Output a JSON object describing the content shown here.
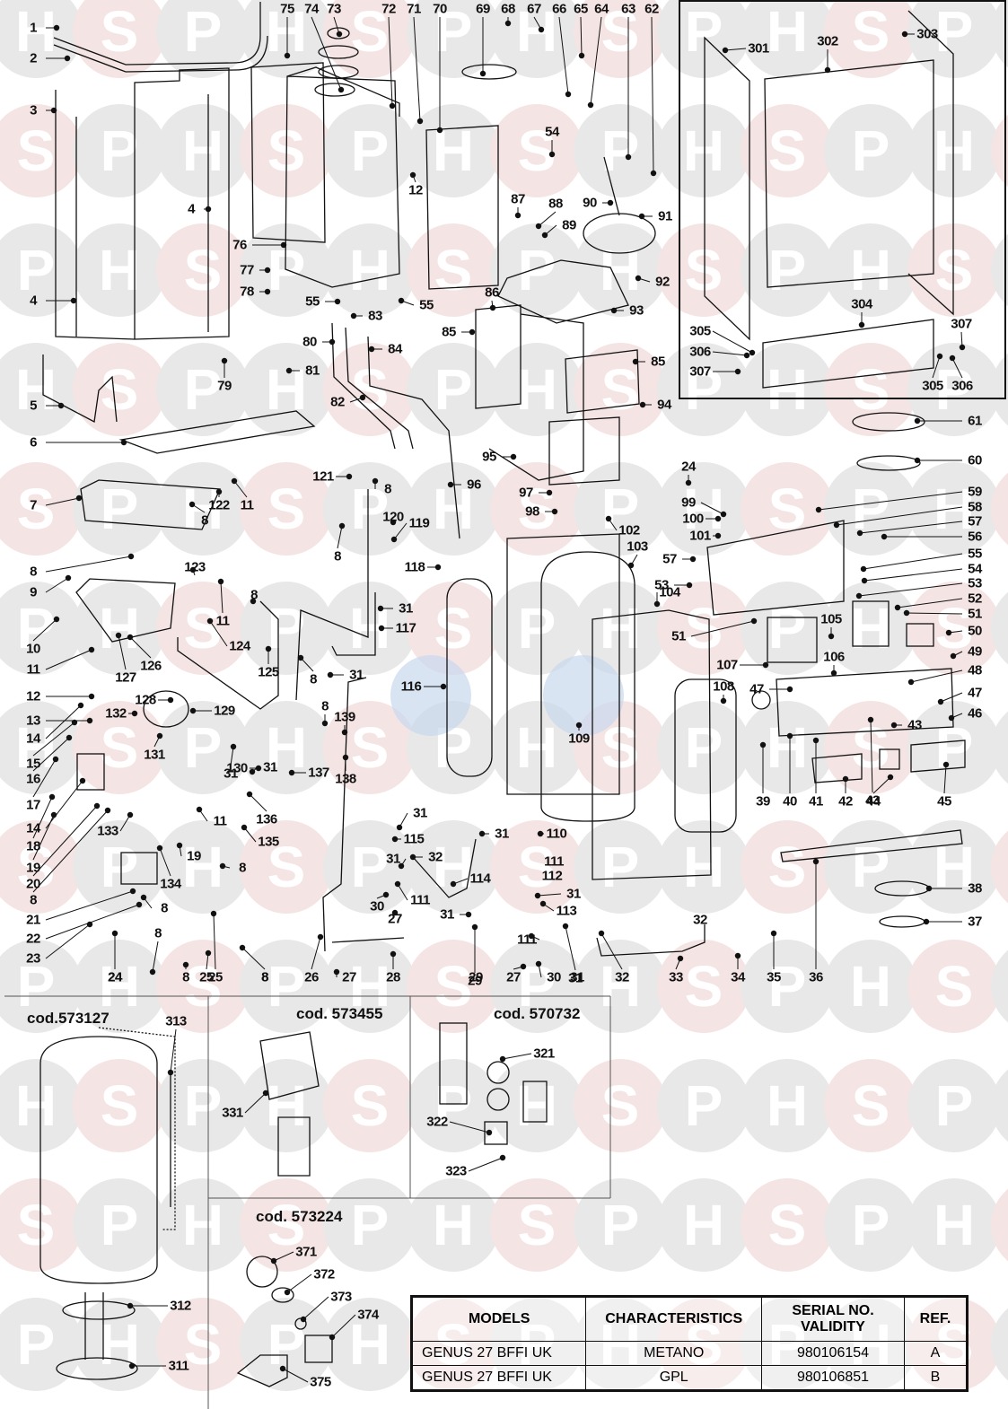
{
  "document": {
    "type": "exploded parts diagram",
    "watermark_letters": [
      "H",
      "S",
      "P"
    ],
    "colors": {
      "watermark_gray": "#e8e8e8",
      "watermark_pink": "#f5e4e4",
      "watermark_blue": "#c9d9ee",
      "line": "#111111"
    }
  },
  "callouts": {
    "top_row": [
      "75",
      "74",
      "73",
      "72",
      "71",
      "70",
      "69",
      "68",
      "67",
      "66",
      "65",
      "64",
      "63",
      "62"
    ],
    "frame_left": [
      "1",
      "2",
      "3",
      "4",
      "4",
      "5",
      "6"
    ],
    "casing_upper": [
      "76",
      "77",
      "78",
      "55",
      "55",
      "79",
      "80",
      "81",
      "82",
      "83",
      "84",
      "12"
    ],
    "burner_fan": [
      "54",
      "87",
      "88",
      "89",
      "90",
      "91",
      "92",
      "93",
      "86",
      "85",
      "85",
      "94",
      "95",
      "96",
      "97",
      "98"
    ],
    "panels_box": [
      "301",
      "302",
      "303",
      "304",
      "305",
      "306",
      "307",
      "307",
      "305",
      "306"
    ],
    "wiring_right": [
      "61",
      "60",
      "24",
      "59",
      "58",
      "57",
      "56",
      "99",
      "100",
      "101",
      "57",
      "55",
      "54",
      "53",
      "53",
      "52",
      "51",
      "51",
      "50",
      "105",
      "106",
      "107",
      "49",
      "48",
      "47",
      "47",
      "46",
      "43",
      "43",
      "108",
      "39",
      "40",
      "41",
      "42",
      "44",
      "45",
      "38",
      "37"
    ],
    "hydraulic_left": [
      "7",
      "122",
      "11",
      "8",
      "8",
      "123",
      "9",
      "10",
      "11",
      "11",
      "8",
      "124",
      "126",
      "127",
      "125",
      "12",
      "128",
      "129",
      "13",
      "14",
      "15",
      "16",
      "130",
      "31",
      "132",
      "131",
      "31",
      "17",
      "136",
      "11",
      "14",
      "133",
      "135",
      "18",
      "19",
      "19",
      "8",
      "20",
      "134",
      "8",
      "21",
      "8",
      "22",
      "23",
      "24",
      "8",
      "25",
      "8"
    ],
    "hydraulic_middle": [
      "121",
      "8",
      "120",
      "8",
      "119",
      "118",
      "31",
      "117",
      "31",
      "8",
      "116",
      "8",
      "139",
      "137",
      "138",
      "102",
      "103",
      "104",
      "109",
      "31",
      "115",
      "31",
      "32",
      "31",
      "114",
      "111",
      "30",
      "27",
      "31",
      "29",
      "110",
      "111",
      "112",
      "31",
      "113",
      "111",
      "31",
      "32"
    ],
    "bottom_row": [
      "24",
      "8",
      "25",
      "8",
      "26",
      "27",
      "28",
      "29",
      "27",
      "30",
      "31",
      "32",
      "33",
      "34",
      "35",
      "36"
    ]
  },
  "kits": [
    {
      "code": "cod.573127",
      "parts": [
        "313",
        "312",
        "311"
      ]
    },
    {
      "code": "cod. 573455",
      "parts": [
        "331"
      ]
    },
    {
      "code": "cod. 570732",
      "parts": [
        "321",
        "322",
        "323"
      ]
    },
    {
      "code": "cod. 573224",
      "parts": [
        "371",
        "372",
        "373",
        "374",
        "375"
      ]
    }
  ],
  "models_table": {
    "headers": [
      "MODELS",
      "CHARACTERISTICS",
      "SERIAL NO. VALIDITY",
      "REF."
    ],
    "rows": [
      [
        "GENUS 27 BFFI UK",
        "METANO",
        "980106154",
        "A"
      ],
      [
        "GENUS 27 BFFI UK",
        "GPL",
        "980106851",
        "B"
      ]
    ]
  }
}
